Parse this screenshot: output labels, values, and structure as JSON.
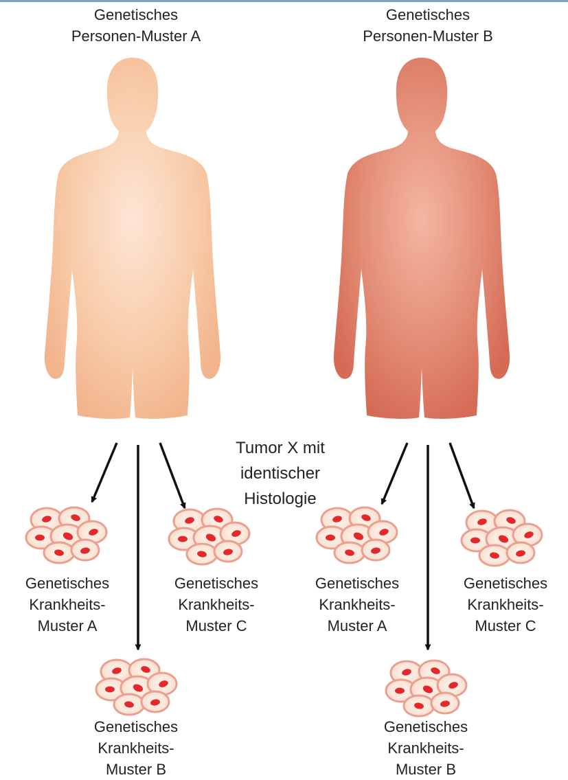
{
  "colors": {
    "person_a_skin": "#f6c39c",
    "person_b_skin": "#e0826c",
    "arrow": "#111111",
    "cell_border": "#eaa090",
    "cell_nucleus": "#e4282a",
    "top_rule": "#7aa6c2"
  },
  "person_a": {
    "label_line1": "Genetisches",
    "label_line2": "Personen-Muster A"
  },
  "person_b": {
    "label_line1": "Genetisches",
    "label_line2": "Personen-Muster B"
  },
  "center_label": {
    "line1": "Tumor X mit",
    "line2": "identischer",
    "line3": "Histologie"
  },
  "left_group": {
    "a": {
      "line1": "Genetisches",
      "line2": "Krankheits-",
      "line3": "Muster A"
    },
    "b": {
      "line1": "Genetisches",
      "line2": "Krankheits-",
      "line3": "Muster B"
    },
    "c": {
      "line1": "Genetisches",
      "line2": "Krankheits-",
      "line3": "Muster C"
    }
  },
  "right_group": {
    "a": {
      "line1": "Genetisches",
      "line2": "Krankheits-",
      "line3": "Muster A"
    },
    "b": {
      "line1": "Genetisches",
      "line2": "Krankheits-",
      "line3": "Muster B"
    },
    "c": {
      "line1": "Genetisches",
      "line2": "Krankheits-",
      "line3": "Muster C"
    }
  }
}
